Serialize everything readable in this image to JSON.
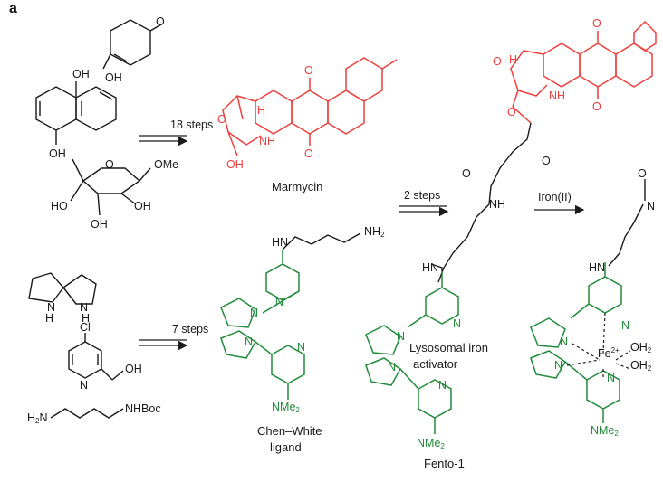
{
  "figure": {
    "panel_label": "a",
    "colors": {
      "black": "#1a1a1a",
      "red": "#ee3e3e",
      "green": "#228b3b"
    }
  },
  "arrows": {
    "marmycin_steps": "18 steps",
    "chenwhite_steps": "7 steps",
    "fento_steps": "2 steps",
    "iron_reagent": "Iron(II)"
  },
  "compounds": {
    "marmycin": "Marmycin",
    "chen_white_line1": "Chen–White",
    "chen_white_line2": "ligand",
    "lysosomal_line1": "Lysosomal iron",
    "lysosomal_line2": "activator",
    "fento": "Fento-1"
  },
  "atoms": {
    "O": "O",
    "OH": "OH",
    "OMe": "OMe",
    "HO": "HO",
    "H": "H",
    "N": "N",
    "NH": "NH",
    "Cl": "Cl",
    "NHBoc": "NHBoc",
    "H2N_base": "H",
    "H2N_sub": "2",
    "H2N_N": "N",
    "NH2_base": "NH",
    "NH2_sub": "2",
    "HN": "HN",
    "NMe2_base": "NMe",
    "NMe2_sub": "2",
    "Fe_base": "Fe",
    "Fe_sup": "2+",
    "OH2_base": "OH",
    "OH2_sub": "2"
  }
}
